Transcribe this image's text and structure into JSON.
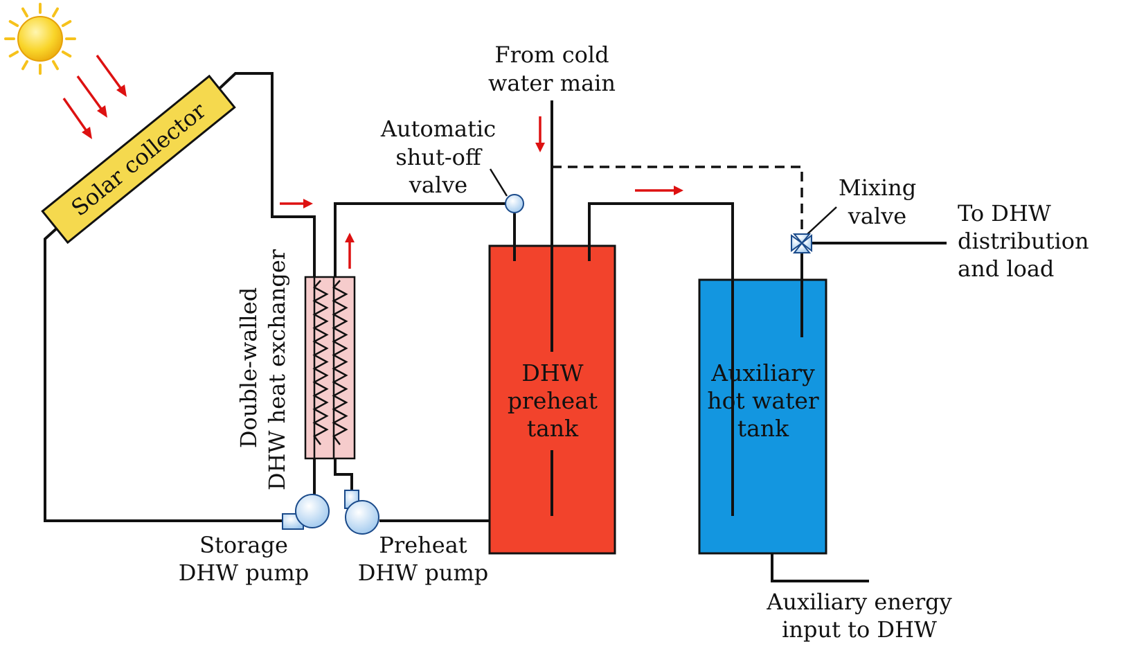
{
  "labels": {
    "solar_collector": "Solar collector",
    "heat_exchanger_line1": "Double-walled",
    "heat_exchanger_line2": "DHW heat exchanger",
    "storage_pump_line1": "Storage",
    "storage_pump_line2": "DHW pump",
    "preheat_pump_line1": "Preheat",
    "preheat_pump_line2": "DHW pump",
    "shutoff_line1": "Automatic",
    "shutoff_line2": "shut-off",
    "shutoff_line3": "valve",
    "cold_main_line1": "From cold",
    "cold_main_line2": "water main",
    "preheat_tank_line1": "DHW",
    "preheat_tank_line2": "preheat",
    "preheat_tank_line3": "tank",
    "aux_tank_line1": "Auxiliary",
    "aux_tank_line2": "hot water",
    "aux_tank_line3": "tank",
    "mixing_line1": "Mixing",
    "mixing_line2": "valve",
    "to_dhw_line1": "To DHW",
    "to_dhw_line2": "distribution",
    "to_dhw_line3": "and load",
    "aux_energy_line1": "Auxiliary energy",
    "aux_energy_line2": "input to DHW"
  },
  "colors": {
    "solar_collector_fill": "#f5d94e",
    "preheat_tank_fill": "#f2432c",
    "aux_tank_fill": "#1396e0",
    "heat_exchanger_fill": "#f6cccc",
    "pump_fill": "#bcdaf5",
    "flow_arrow": "#dd1111",
    "sun": "#f6c21c"
  }
}
